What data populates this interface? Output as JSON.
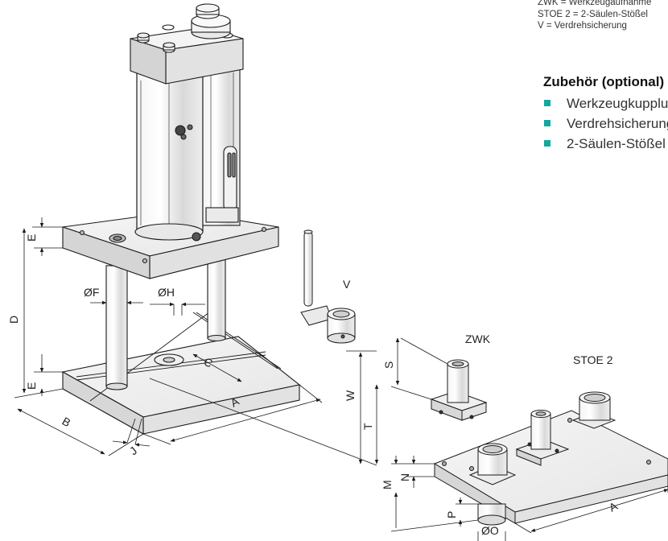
{
  "legend": {
    "lines": [
      "ZWK = Werkzeugaufnahme",
      "STOE 2 = 2-Säulen-Stößel",
      "V = Verdrehsicherung"
    ]
  },
  "accessories": {
    "title": "Zubehör (optional)",
    "items": [
      "Werkzeugkupplung",
      "Verdrehsicherung",
      "2-Säulen-Stößel"
    ]
  },
  "labels": {
    "V": "V",
    "ZWK": "ZWK",
    "STOE2": "STOE 2"
  },
  "dimensions": {
    "D": "D",
    "E_top": "E",
    "E_bottom": "E",
    "F": "ØF",
    "H": "ØH",
    "C": "C",
    "A_main": "A",
    "B": "B",
    "J": "J",
    "S": "S",
    "W": "W",
    "T": "T",
    "M": "M",
    "N": "N",
    "P": "P",
    "O": "ØO",
    "A_stoe": "A"
  },
  "colors": {
    "accent": "#13a89e",
    "line": "#1a1a1a"
  }
}
